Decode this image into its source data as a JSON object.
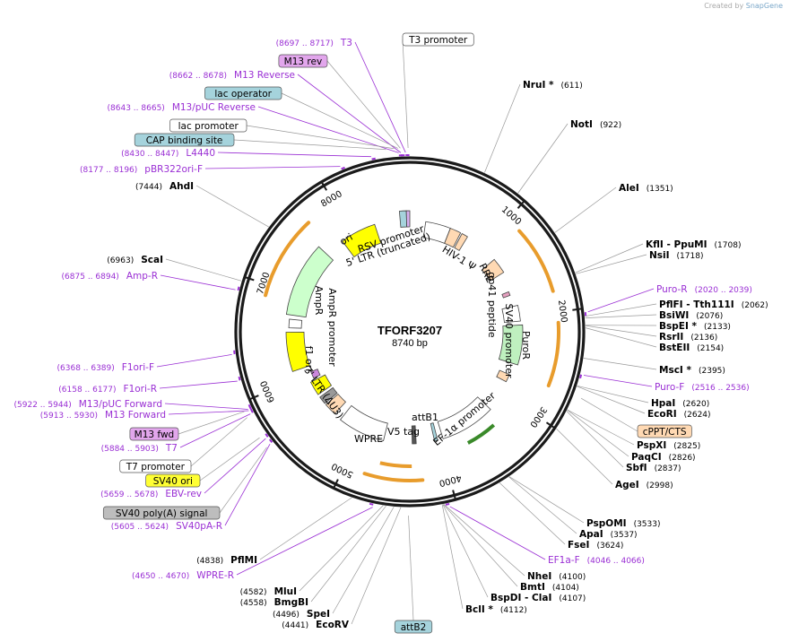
{
  "credit": {
    "prefix": "Created by",
    "brand": "SnapGene"
  },
  "plasmid": {
    "name": "TFORF3207",
    "size_label": "8740 bp",
    "length": 8740
  },
  "ticks": [
    {
      "pos": 1000,
      "label": "1000"
    },
    {
      "pos": 2000,
      "label": "2000"
    },
    {
      "pos": 3000,
      "label": "3000"
    },
    {
      "pos": 4000,
      "label": "4000"
    },
    {
      "pos": 5000,
      "label": "5000"
    },
    {
      "pos": 6000,
      "label": "6000"
    },
    {
      "pos": 7000,
      "label": "7000"
    },
    {
      "pos": 8000,
      "label": "8000"
    }
  ],
  "sites": [
    {
      "enzyme": "NruI *",
      "position": "(611)",
      "side": "right"
    },
    {
      "enzyme": "NotI",
      "position": "(922)",
      "side": "right"
    },
    {
      "enzyme": "AleI",
      "position": "(1351)",
      "side": "right"
    },
    {
      "enzyme": "KflI  - PpuMI",
      "position": "(1708)",
      "side": "right"
    },
    {
      "enzyme": "NsiI",
      "position": "(1718)",
      "side": "right"
    },
    {
      "enzyme": "PflFI  - Tth111I",
      "position": "(2062)",
      "side": "right"
    },
    {
      "enzyme": "BsiWI",
      "position": "(2076)",
      "side": "right"
    },
    {
      "enzyme": "BspEI *",
      "position": "(2133)",
      "side": "right"
    },
    {
      "enzyme": "RsrII",
      "position": "(2136)",
      "side": "right"
    },
    {
      "enzyme": "BstEII",
      "position": "(2154)",
      "side": "right"
    },
    {
      "enzyme": "MscI *",
      "position": "(2395)",
      "side": "right"
    },
    {
      "enzyme": "HpaI",
      "position": "(2620)",
      "side": "right"
    },
    {
      "enzyme": "EcoRI",
      "position": "(2624)",
      "side": "right"
    },
    {
      "enzyme": "PspXI",
      "position": "(2825)",
      "side": "right"
    },
    {
      "enzyme": "PaqCI",
      "position": "(2826)",
      "side": "right"
    },
    {
      "enzyme": "SbfI",
      "position": "(2837)",
      "side": "right"
    },
    {
      "enzyme": "AgeI",
      "position": "(2998)",
      "side": "right"
    },
    {
      "enzyme": "PspOMI",
      "position": "(3533)",
      "side": "right"
    },
    {
      "enzyme": "ApaI",
      "position": "(3537)",
      "side": "right"
    },
    {
      "enzyme": "FseI",
      "position": "(3624)",
      "side": "right"
    },
    {
      "enzyme": "NheI",
      "position": "(4100)",
      "side": "right"
    },
    {
      "enzyme": "BmtI",
      "position": "(4104)",
      "side": "right"
    },
    {
      "enzyme": "BspDI  - ClaI",
      "position": "(4107)",
      "side": "right"
    },
    {
      "enzyme": "BclI *",
      "position": "(4112)",
      "side": "right"
    },
    {
      "enzyme": "EcoRV",
      "position": "(4441)",
      "side": "left"
    },
    {
      "enzyme": "SpeI",
      "position": "(4496)",
      "side": "left"
    },
    {
      "enzyme": "BmgBI",
      "position": "(4558)",
      "side": "left"
    },
    {
      "enzyme": "MluI",
      "position": "(4582)",
      "side": "left"
    },
    {
      "enzyme": "PflMI",
      "position": "(4838)",
      "side": "left"
    },
    {
      "enzyme": "ScaI",
      "position": "(6963)",
      "side": "left"
    },
    {
      "enzyme": "AhdI",
      "position": "(7444)",
      "side": "left"
    }
  ],
  "primers": [
    {
      "name": "Puro-R",
      "range": "(2020 .. 2039)",
      "side": "right"
    },
    {
      "name": "Puro-F",
      "range": "(2516 .. 2536)",
      "side": "right"
    },
    {
      "name": "EF1a-F",
      "range": "(4046 .. 4066)",
      "side": "right"
    },
    {
      "name": "WPRE-R",
      "range": "(4650 .. 4670)",
      "side": "left"
    },
    {
      "name": "SV40pA-R",
      "range": "(5605 .. 5624)",
      "side": "left"
    },
    {
      "name": "EBV-rev",
      "range": "(5659 .. 5678)",
      "side": "left"
    },
    {
      "name": "T7",
      "range": "(5884 .. 5903)",
      "side": "left"
    },
    {
      "name": "M13 Forward",
      "range": "(5913 .. 5930)",
      "side": "left"
    },
    {
      "name": "M13/pUC Forward",
      "range": "(5922 .. 5944)",
      "side": "left"
    },
    {
      "name": "F1ori-R",
      "range": "(6158 .. 6177)",
      "side": "left"
    },
    {
      "name": "F1ori-F",
      "range": "(6368 .. 6389)",
      "side": "left"
    },
    {
      "name": "Amp-R",
      "range": "(6875 .. 6894)",
      "side": "left"
    },
    {
      "name": "pBR322ori-F",
      "range": "(8177 .. 8196)",
      "side": "left"
    },
    {
      "name": "L4440",
      "range": "(8430 .. 8447)",
      "side": "left"
    },
    {
      "name": "M13/pUC Reverse",
      "range": "(8643 .. 8665)",
      "side": "left"
    },
    {
      "name": "M13 Reverse",
      "range": "(8662 .. 8678)",
      "side": "left"
    },
    {
      "name": "T3",
      "range": "(8697 .. 8717)",
      "side": "left"
    }
  ],
  "boxes": [
    {
      "label": "T3 promoter",
      "style": "white"
    },
    {
      "label": "M13 rev",
      "style": "purple"
    },
    {
      "label": "lac operator",
      "style": "teal"
    },
    {
      "label": "lac promoter",
      "style": "white"
    },
    {
      "label": "CAP binding site",
      "style": "teal"
    },
    {
      "label": "cPPT/CTS",
      "style": "peach"
    },
    {
      "label": "M13 fwd",
      "style": "purple"
    },
    {
      "label": "T7 promoter",
      "style": "white"
    },
    {
      "label": "SV40 ori",
      "style": "yellow"
    },
    {
      "label": "SV40 poly(A) signal",
      "style": "gray"
    },
    {
      "label": "attB2",
      "style": "teal"
    }
  ],
  "inner_labels": [
    {
      "text": "RSV promoter"
    },
    {
      "text": "5' LTR (truncated)"
    },
    {
      "text": "HIV-1 Ψ"
    },
    {
      "text": "RRE"
    },
    {
      "text": "gp41 peptide"
    },
    {
      "text": "SV40 promoter"
    },
    {
      "text": "PuroR"
    },
    {
      "text": "EF-1α promoter"
    },
    {
      "text": "attB1"
    },
    {
      "text": "V5 tag"
    },
    {
      "text": "WPRE"
    },
    {
      "text": "3' LTR (ΔU3)"
    },
    {
      "text": "f1 ori"
    },
    {
      "text": "AmpR promoter"
    },
    {
      "text": "AmpR"
    },
    {
      "text": "ori"
    }
  ],
  "colors": {
    "backbone": "#1a1a1a",
    "enzyme_line": "#999999",
    "primer": "#9a2fd4",
    "orf_arc": "#e89c2c",
    "ori_yellow": "#ffff00",
    "ampr_green": "#ccffcc",
    "promoter_white": "#ffffff",
    "ltr_peach": "#ffd9b3",
    "teal": "#a5d3dc",
    "puro_green": "#bff0bf",
    "wpre_gray": "#999999",
    "efa_arc": "#3a8a2a"
  }
}
